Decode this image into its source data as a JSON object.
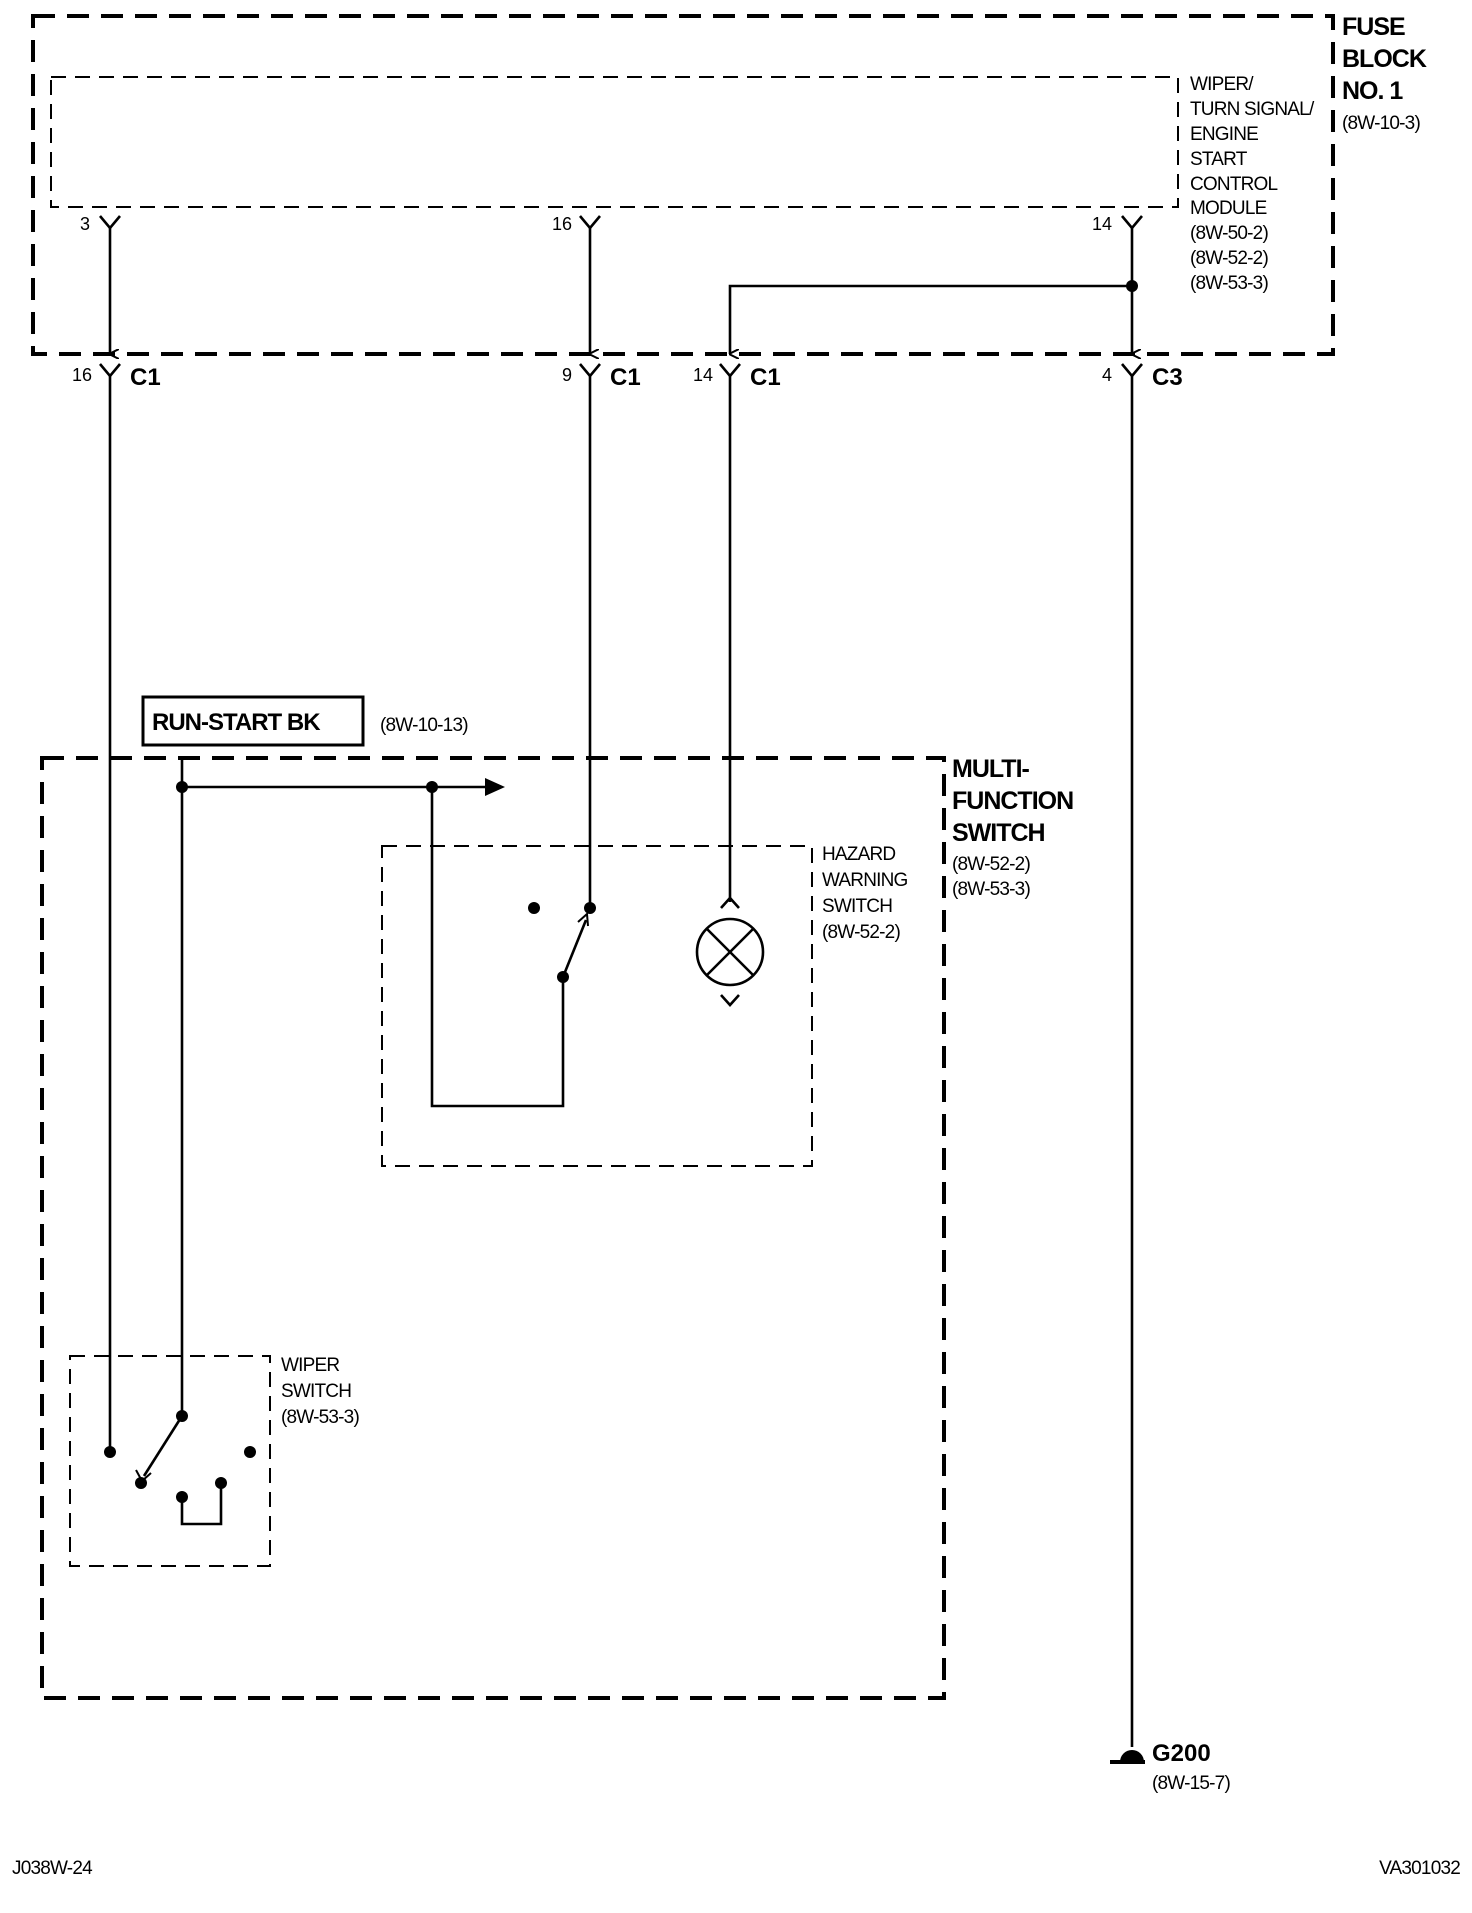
{
  "fuse_block": {
    "title_lines": [
      "FUSE",
      "BLOCK",
      "NO. 1"
    ],
    "ref": "(8W-10-3)"
  },
  "module": {
    "title_lines": [
      "WIPER/",
      "TURN SIGNAL/",
      "ENGINE",
      "START",
      "CONTROL",
      "MODULE"
    ],
    "refs": [
      "(8W-50-2)",
      "(8W-52-2)",
      "(8W-53-3)"
    ],
    "pins": [
      "3",
      "16",
      "14"
    ]
  },
  "connectors": [
    {
      "pin": "16",
      "name": "C1"
    },
    {
      "pin": "9",
      "name": "C1"
    },
    {
      "pin": "14",
      "name": "C1"
    },
    {
      "pin": "4",
      "name": "C3"
    }
  ],
  "run_start": {
    "label": "RUN-START BK",
    "ref": "(8W-10-13)"
  },
  "multifunction_switch": {
    "title_lines": [
      "MULTI-",
      "FUNCTION",
      "SWITCH"
    ],
    "refs": [
      "(8W-52-2)",
      "(8W-53-3)"
    ]
  },
  "hazard_switch": {
    "title_lines": [
      "HAZARD",
      "WARNING",
      "SWITCH"
    ],
    "ref": "(8W-52-2)"
  },
  "wiper_switch": {
    "title_lines": [
      "WIPER",
      "SWITCH"
    ],
    "ref": "(8W-53-3)"
  },
  "ground": {
    "name": "G200",
    "ref": "(8W-15-7)"
  },
  "footer": {
    "left_code": "J038W-24",
    "right_code": "VA301032"
  }
}
